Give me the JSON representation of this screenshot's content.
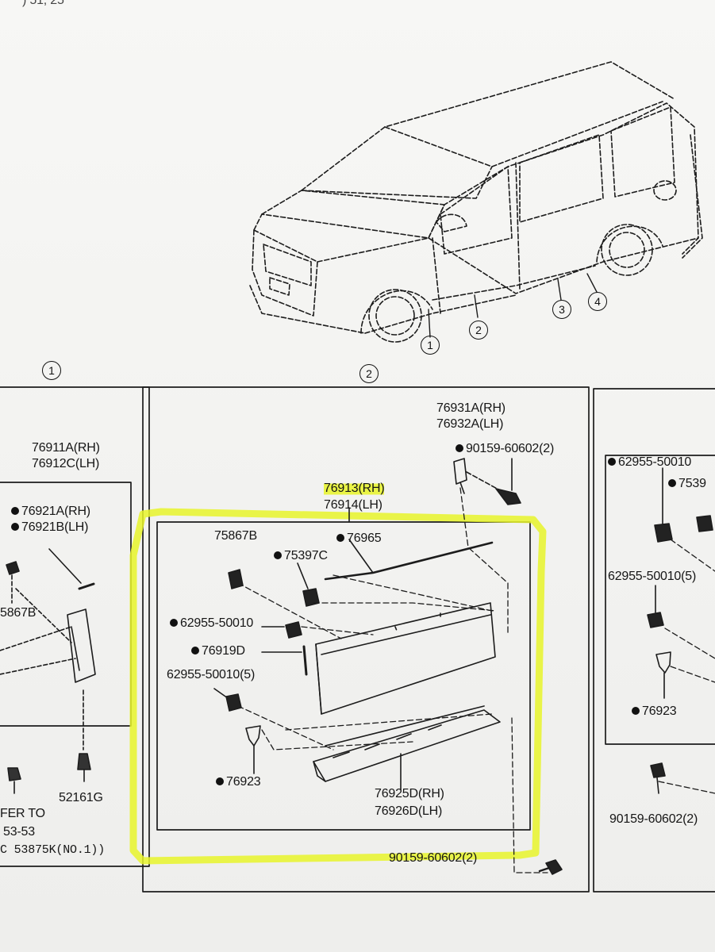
{
  "corner_text": ") 51, 25",
  "callouts": {
    "c1": "1",
    "c2": "2",
    "c3": "3",
    "c4": "4",
    "section1": "1",
    "section2": "2"
  },
  "left_panel": {
    "p1": "76911A(RH)",
    "p2": "76912C(LH)",
    "p3": "76921A(RH)",
    "p4": "76921B(LH)",
    "p5": "5867B",
    "p6": "52161G",
    "ref1": "FER TO",
    "ref2": "53-53",
    "ref3": "C 53875K(NO.1))"
  },
  "center_panel": {
    "bracket_rh": "76931A(RH)",
    "bracket_lh": "76932A(LH)",
    "screw_top": "90159-60602(2)",
    "molding_rh": "76913(RH)",
    "molding_lh": "76914(LH)",
    "p75867b": "75867B",
    "p76965": "76965",
    "p75397c": "75397C",
    "p62955": "62955-50010",
    "p76919d": "76919D",
    "p62955_5": "62955-50010(5)",
    "p76923": "76923",
    "p76925d": "76925D(RH)",
    "p76926d": "76926D(LH)",
    "screw_bottom": "90159-60602(2)"
  },
  "right_panel": {
    "r1": "62955-50010",
    "r2": "7539",
    "r3": "62955-50010(5)",
    "r4": "76923",
    "r5": "90159-60602(2)"
  },
  "colors": {
    "highlight": "#e8f52a",
    "ink": "#1a1a1a",
    "paper": "#f3f3f1"
  }
}
